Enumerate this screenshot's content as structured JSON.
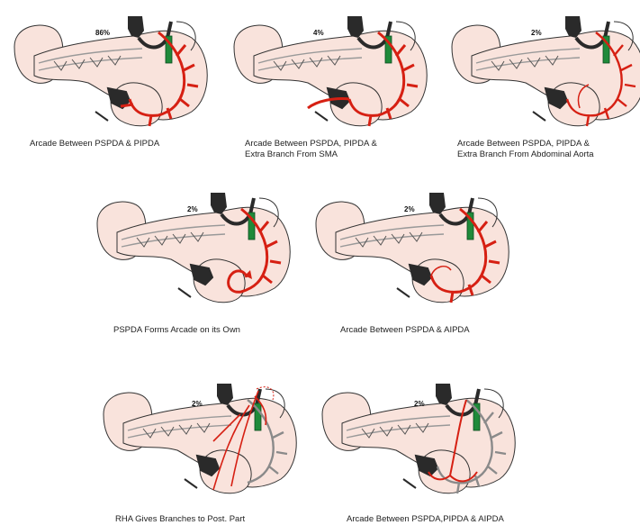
{
  "panels": [
    {
      "percent": "86%",
      "caption": [
        "Arcade Between PSPDA & PIPDA"
      ],
      "colors": {
        "artery": "#d62013",
        "vessel_dark": "#2a2a2a",
        "marker": "#1f8a3a",
        "organ_fill": "#f9e3dc"
      }
    },
    {
      "percent": "4%",
      "caption": [
        "Arcade Between PSPDA, PIPDA &",
        "Extra Branch From SMA"
      ]
    },
    {
      "percent": "2%",
      "caption": [
        "Arcade Between PSPDA, PIPDA &",
        "Extra Branch From Abdominal Aorta"
      ]
    },
    {
      "percent": "2%",
      "caption": [
        "PSPDA Forms  Arcade on its Own"
      ]
    },
    {
      "percent": "2%",
      "caption": [
        "Arcade Between PSPDA & AIPDA"
      ]
    },
    {
      "percent": "2%",
      "caption": [
        "RHA Gives Branches to Post. Part"
      ]
    },
    {
      "percent": "2%",
      "caption": [
        "Arcade Between PSPDA,PIPDA & AIPDA"
      ]
    }
  ]
}
